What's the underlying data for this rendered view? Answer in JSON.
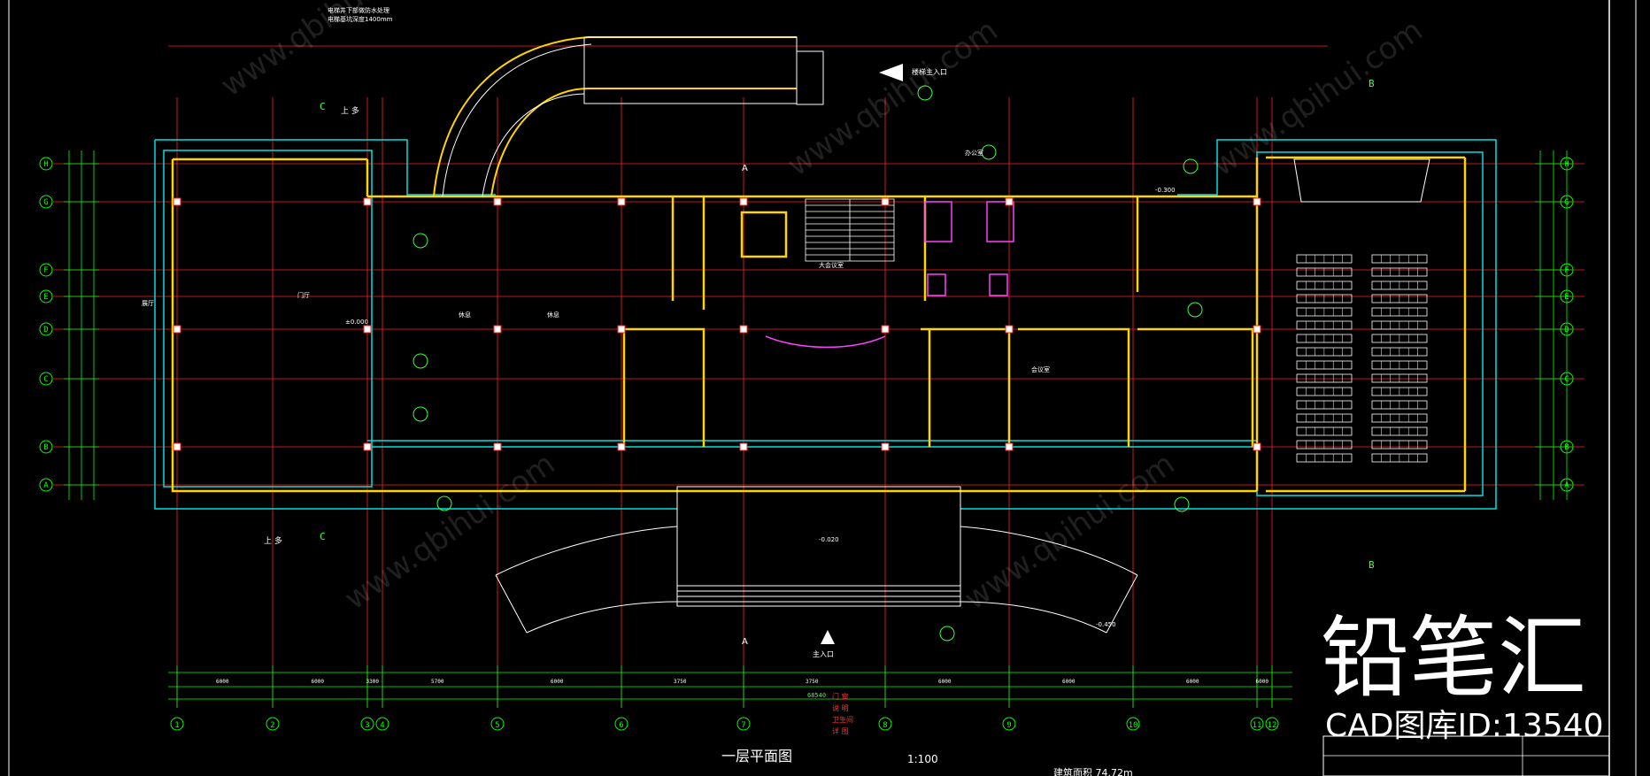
{
  "drawing": {
    "title": "一层平面图",
    "scale": "1:100",
    "area_note": "建筑面积 74.72m",
    "top_note": [
      "电梯井下部做防水处理",
      "电梯基坑深度1400mm"
    ],
    "entrance_label": "主入口",
    "side_entrance_label": "楼梯主入口",
    "up_label": "上 多",
    "section_labels": [
      "A",
      "B",
      "C"
    ],
    "room_labels": [
      "门厅",
      "休息",
      "休息",
      "大会议室",
      "展厅",
      "会议室",
      "办公室"
    ],
    "elevation_labels": [
      "±0.000",
      "-0.020",
      "-0.450",
      "-0.300"
    ],
    "red_notes": [
      "门 窗",
      "说 明",
      "卫生间",
      "详 图"
    ]
  },
  "axes": {
    "columns": [
      "1",
      "2",
      "3",
      "4",
      "5",
      "6",
      "7",
      "8",
      "9",
      "10",
      "11",
      "12"
    ],
    "rows": [
      "H",
      "G",
      "F",
      "E",
      "D",
      "C",
      "B",
      "A"
    ],
    "bottom_dims": [
      "6000",
      "6000",
      "3300",
      "5700",
      "6000",
      "3750",
      "3750",
      "6000",
      "6000",
      "6000",
      "6000"
    ],
    "total_dim": "68540"
  },
  "watermark": {
    "brand": "铅笔汇",
    "id_text": "CAD图库ID:13540",
    "site": "www.qbihui.com"
  },
  "colors": {
    "background": "#000000",
    "axis": "#ff2020",
    "dimension": "#00ff00",
    "wall": "#ffd400",
    "outline": "#00e0e0",
    "text": "#ffffff",
    "furniture": "#ff40ff"
  }
}
